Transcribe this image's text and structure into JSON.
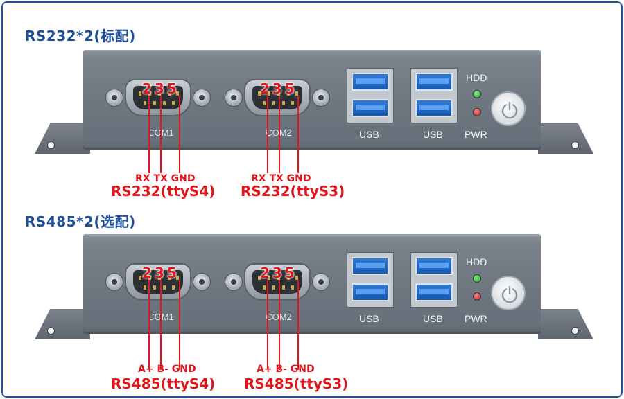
{
  "colors": {
    "heading": "#1f4e9a",
    "accent_red": "#e3141b",
    "usb_blue": "#1f6bd0",
    "led_green": "#2bbb35",
    "led_red": "#d11f1f"
  },
  "sections": [
    {
      "heading": "RS232*2(标配)",
      "ports": [
        {
          "label": "COM1",
          "pin_numbers": "235",
          "pin_names": "RX TX GND",
          "caption": "RS232(ttyS4)"
        },
        {
          "label": "COM2",
          "pin_numbers": "235",
          "pin_names": "RX TX GND",
          "caption": "RS232(ttyS3)"
        }
      ],
      "usb_labels": [
        "USB",
        "USB"
      ],
      "hdd_label": "HDD",
      "pwr_label": "PWR"
    },
    {
      "heading": "RS485*2(选配)",
      "ports": [
        {
          "label": "COM1",
          "pin_numbers": "235",
          "pin_names": "A+ B- GND",
          "caption": "RS485(ttyS4)"
        },
        {
          "label": "COM2",
          "pin_numbers": "235",
          "pin_names": "A+ B- GND",
          "caption": "RS485(ttyS3)"
        }
      ],
      "usb_labels": [
        "USB",
        "USB"
      ],
      "hdd_label": "HDD",
      "pwr_label": "PWR"
    }
  ],
  "icons": {
    "power": "power-icon"
  }
}
